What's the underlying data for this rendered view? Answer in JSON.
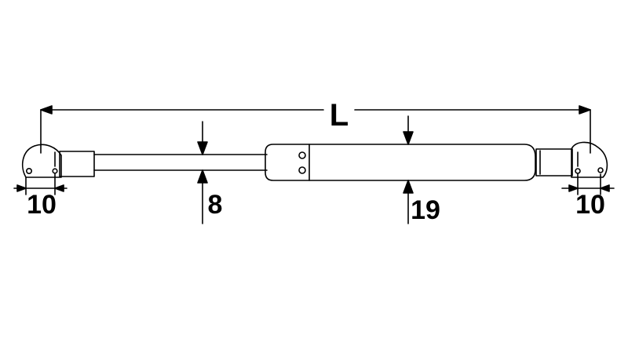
{
  "dimensions": {
    "length": "L",
    "rod_diameter": "8",
    "cylinder_diameter": "19",
    "left_socket": "10",
    "right_socket": "10"
  },
  "colors": {
    "ink": "#000000",
    "background": "#ffffff"
  }
}
